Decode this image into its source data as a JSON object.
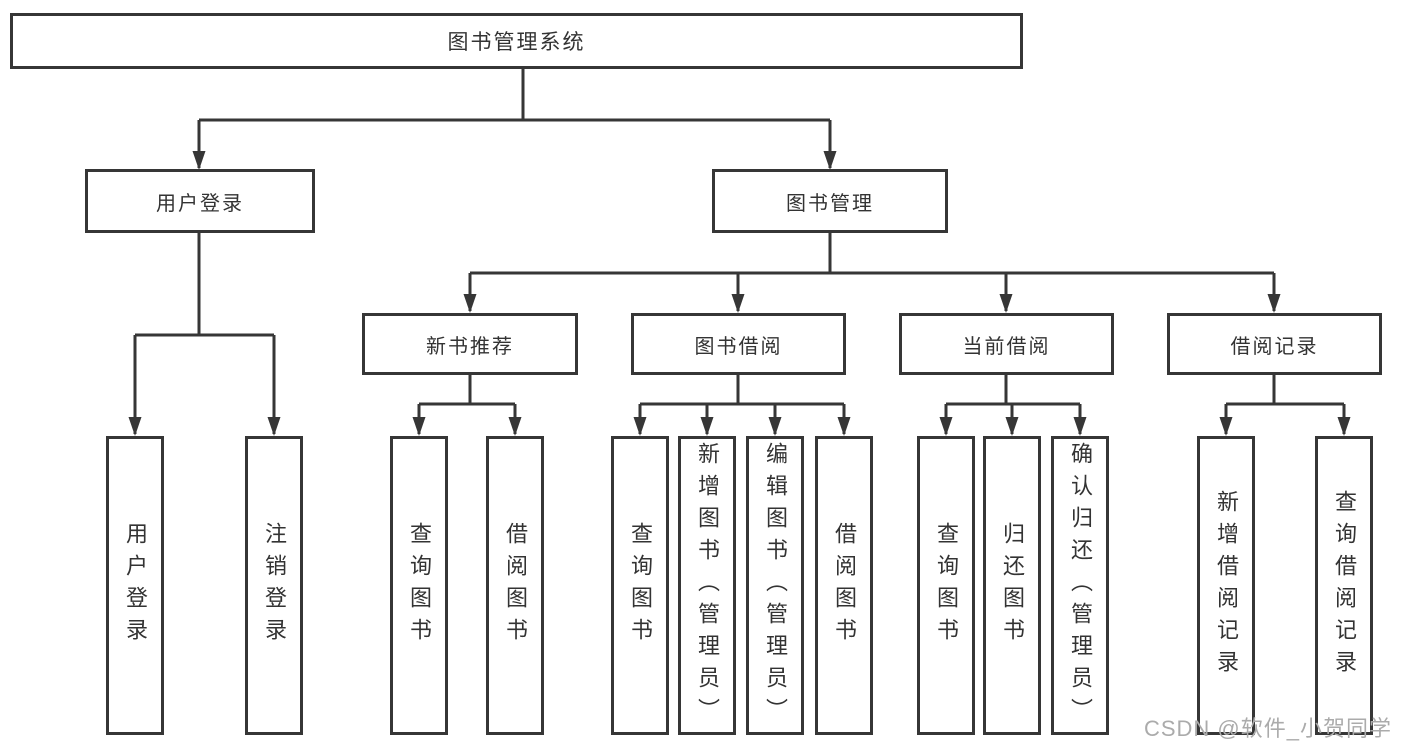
{
  "colors": {
    "line": "#363636",
    "box_border": "#363636",
    "text": "#333333",
    "background": "#ffffff",
    "watermark": "#ababab"
  },
  "tree": {
    "root": {
      "label": "图书管理系统"
    },
    "branches": [
      {
        "label": "用户登录",
        "children": [
          "用户登录",
          "注销登录"
        ]
      },
      {
        "label": "图书管理",
        "groups": [
          {
            "label": "新书推荐",
            "children": [
              "查询图书",
              "借阅图书"
            ]
          },
          {
            "label": "图书借阅",
            "children": [
              "查询图书",
              "新增图书（管理员）",
              "编辑图书（管理员）",
              "借阅图书"
            ]
          },
          {
            "label": "当前借阅",
            "children": [
              "查询图书",
              "归还图书",
              "确认归还（管理员）"
            ]
          },
          {
            "label": "借阅记录",
            "children": [
              "新增借阅记录",
              "查询借阅记录"
            ]
          }
        ]
      }
    ]
  },
  "watermark": {
    "text": "CSDN @软件_小贺同学"
  }
}
